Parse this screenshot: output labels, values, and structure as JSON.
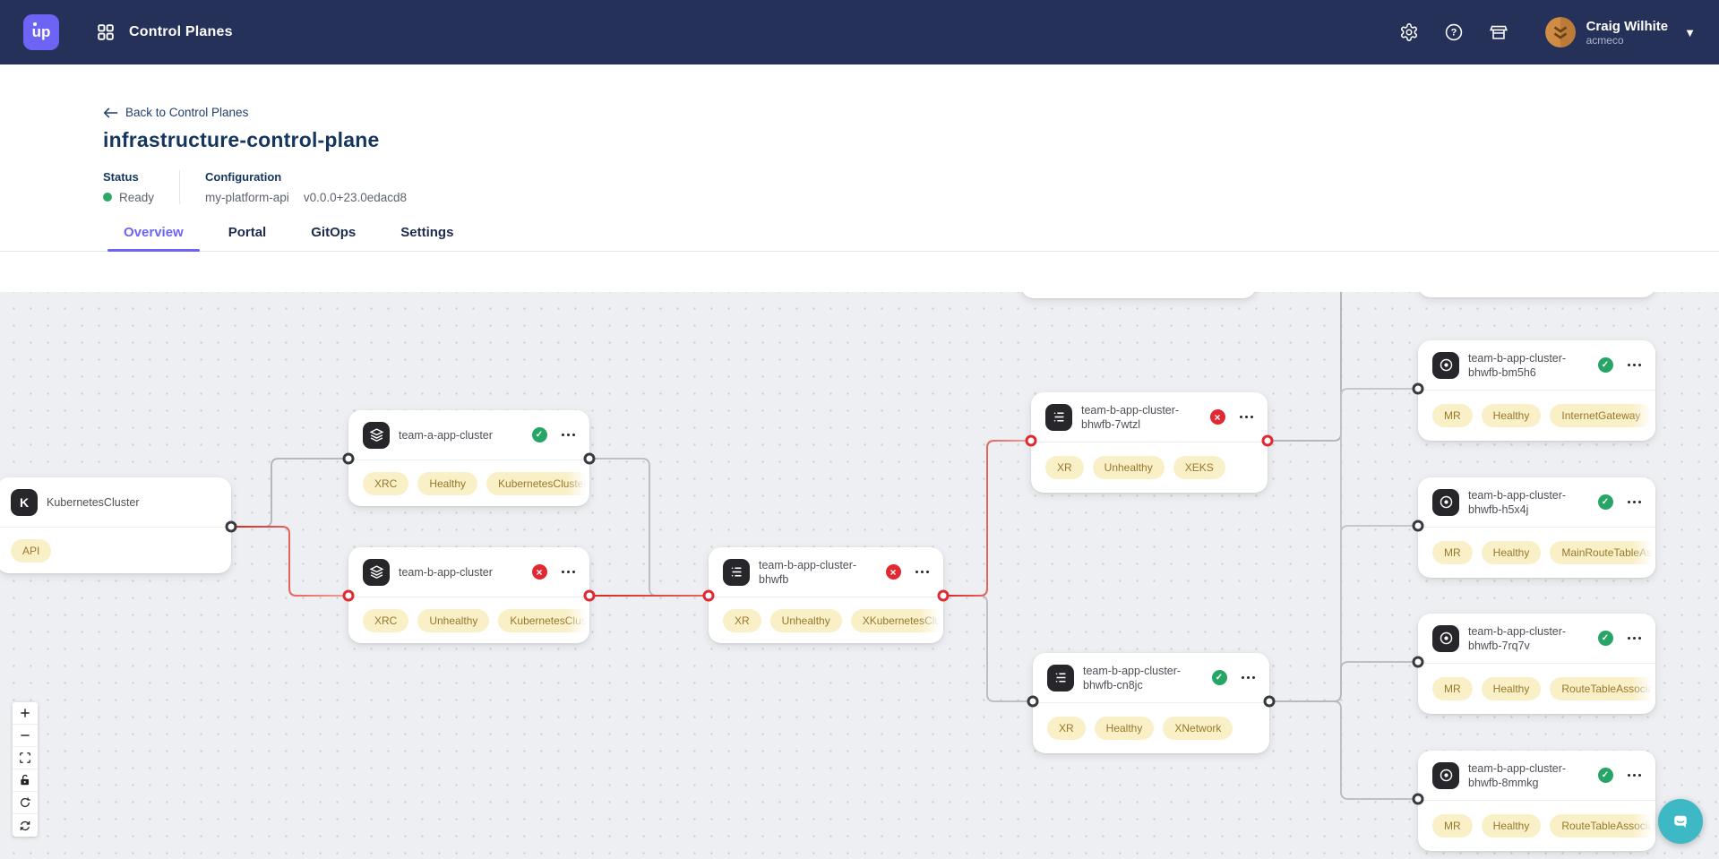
{
  "app": {
    "brand": "up",
    "nav_title": "Control Planes"
  },
  "navbar": {
    "user": {
      "name": "Craig Wilhite",
      "org": "acmeco"
    },
    "icons": [
      "settings-icon",
      "help-icon",
      "marketplace-icon",
      "chevron-down-icon"
    ]
  },
  "header": {
    "back": "Back to Control Planes",
    "title": "infrastructure-control-plane",
    "status": {
      "label": "Status",
      "value": "Ready"
    },
    "configuration": {
      "label": "Configuration",
      "name": "my-platform-api",
      "version": "v0.0.0+23.0edacd8"
    }
  },
  "tabs": {
    "active": "Overview",
    "items": [
      {
        "label": "Overview"
      },
      {
        "label": "Portal"
      },
      {
        "label": "GitOps"
      },
      {
        "label": "Settings"
      }
    ]
  },
  "colors": {
    "navbar": "#263159",
    "accent_purple": "#6D64F5",
    "healthy_green": "#27A567",
    "unhealthy_red": "#DF2A33",
    "edge_red": "#D8271F",
    "edge_gray": "#B2B6BC",
    "badge_bg": "#FAF0C8",
    "badge_text": "#97782A",
    "canvas_bg": "#EDEFF2",
    "intercom_teal": "#3DB8C5"
  },
  "canvas": {
    "nodes": [
      {
        "title": "KubernetesCluster",
        "icon_letter": "K",
        "kind": "kubernetes-cluster",
        "status": null,
        "badges": [
          "API"
        ]
      },
      {
        "title": "team-a-app-cluster",
        "kind": "claim",
        "status": "healthy",
        "badges": [
          "XRC",
          "Healthy",
          "KubernetesCluster"
        ]
      },
      {
        "title": "team-b-app-cluster",
        "kind": "claim",
        "status": "unhealthy",
        "badges": [
          "XRC",
          "Unhealthy",
          "KubernetesCluster"
        ]
      },
      {
        "title": "team-b-app-cluster-bhwfb",
        "kind": "composite",
        "status": "unhealthy",
        "badges": [
          "XR",
          "Unhealthy",
          "XKubernetesCluster"
        ]
      },
      {
        "title": "team-b-app-cluster-bhwfb-7wtzl",
        "kind": "composite",
        "status": "unhealthy",
        "badges": [
          "XR",
          "Unhealthy",
          "XEKS"
        ]
      },
      {
        "title": "team-b-app-cluster-bhwfb-cn8jc",
        "kind": "composite",
        "status": "healthy",
        "badges": [
          "XR",
          "Healthy",
          "XNetwork"
        ]
      },
      {
        "title": "team-b-app-cluster-bhwfb-bm5h6",
        "kind": "managed-resource",
        "status": "healthy",
        "badges": [
          "MR",
          "Healthy",
          "InternetGateway"
        ]
      },
      {
        "title": "team-b-app-cluster-bhwfb-h5x4j",
        "kind": "managed-resource",
        "status": "healthy",
        "badges": [
          "MR",
          "Healthy",
          "MainRouteTableAssociation"
        ]
      },
      {
        "title": "team-b-app-cluster-bhwfb-7rq7v",
        "kind": "managed-resource",
        "status": "healthy",
        "badges": [
          "MR",
          "Healthy",
          "RouteTableAssociation"
        ]
      },
      {
        "title": "team-b-app-cluster-bhwfb-8mmkg",
        "kind": "managed-resource",
        "status": "healthy",
        "badges": [
          "MR",
          "Healthy",
          "RouteTableAssociation"
        ]
      }
    ],
    "edges": [
      {
        "from": "KubernetesCluster",
        "to": "team-a-app-cluster",
        "status": "neutral"
      },
      {
        "from": "KubernetesCluster",
        "to": "team-b-app-cluster",
        "status": "error"
      },
      {
        "from": "team-a-app-cluster",
        "to": "team-b-app-cluster-bhwfb",
        "status": "neutral"
      },
      {
        "from": "team-b-app-cluster",
        "to": "team-b-app-cluster-bhwfb",
        "status": "error"
      },
      {
        "from": "team-b-app-cluster-bhwfb",
        "to": "team-b-app-cluster-bhwfb-7wtzl",
        "status": "error"
      },
      {
        "from": "team-b-app-cluster-bhwfb",
        "to": "team-b-app-cluster-bhwfb-cn8jc",
        "status": "neutral"
      },
      {
        "from": "team-b-app-cluster-bhwfb-7wtzl",
        "to": "offscreen-top-node",
        "status": "neutral"
      },
      {
        "from": "team-b-app-cluster-bhwfb-cn8jc",
        "to": "team-b-app-cluster-bhwfb-bm5h6",
        "status": "neutral"
      },
      {
        "from": "team-b-app-cluster-bhwfb-cn8jc",
        "to": "team-b-app-cluster-bhwfb-h5x4j",
        "status": "neutral"
      },
      {
        "from": "team-b-app-cluster-bhwfb-cn8jc",
        "to": "team-b-app-cluster-bhwfb-7rq7v",
        "status": "neutral"
      },
      {
        "from": "team-b-app-cluster-bhwfb-cn8jc",
        "to": "team-b-app-cluster-bhwfb-8mmkg",
        "status": "neutral"
      }
    ],
    "controls": [
      "zoom-in",
      "zoom-out",
      "fit-view",
      "lock",
      "reset-view",
      "refresh-layout"
    ]
  }
}
